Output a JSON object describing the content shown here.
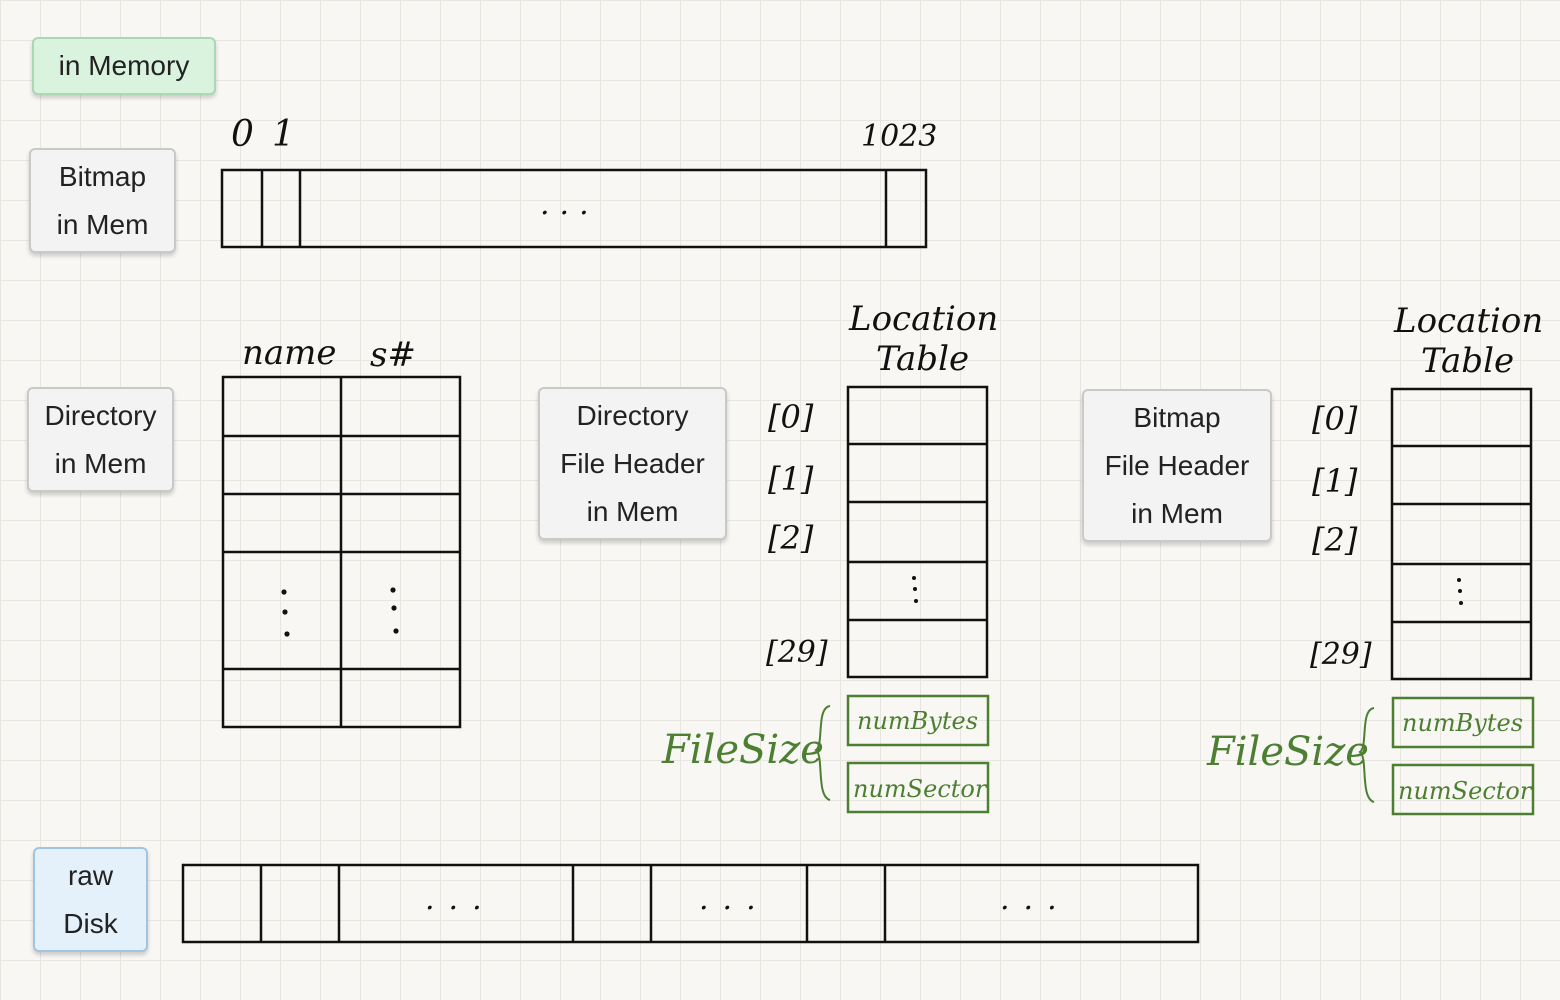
{
  "labels": {
    "in_memory": "in Memory",
    "bitmap_in_mem": [
      "Bitmap",
      "in Mem"
    ],
    "directory_in_mem": [
      "Directory",
      "in Mem"
    ],
    "directory_file_header": [
      "Directory",
      "File Header",
      "in Mem"
    ],
    "bitmap_file_header": [
      "Bitmap",
      "File Header",
      "in Mem"
    ],
    "raw_disk": [
      "raw",
      "Disk"
    ]
  },
  "bitmap": {
    "index_start": "0",
    "index_second": "1",
    "index_end": "1023",
    "ellipsis": "..."
  },
  "directory_table": {
    "col_name": "name",
    "col_sector": "s#"
  },
  "location_table": {
    "title_line1": "Location",
    "title_line2": "Table",
    "indices": [
      "[0]",
      "[1]",
      "[2]",
      "[29]"
    ]
  },
  "file_size": {
    "label": "FileSize",
    "fields": [
      "numBytes",
      "numSector"
    ]
  },
  "disk": {
    "ellipsis": "..."
  },
  "colors": {
    "green_text": "#4d7f32",
    "green_label": "#daf3df",
    "blue_label": "#e4f1fb",
    "stroke": "#111111"
  }
}
